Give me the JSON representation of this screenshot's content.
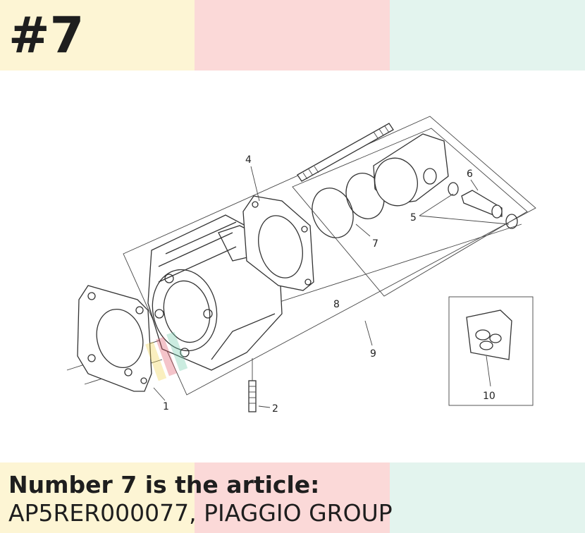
{
  "header": {
    "number_badge": "#7"
  },
  "colors": {
    "yellow": "#fdf5d4",
    "pink": "#fbd9d8",
    "mint": "#e3f4ee",
    "text": "#1e1e1e"
  },
  "diagram": {
    "callouts": [
      "1",
      "2",
      "4",
      "5",
      "6",
      "7",
      "8",
      "9",
      "10"
    ],
    "watermark_icon": "logo-watermark"
  },
  "caption": {
    "title": "Number 7 is the article:",
    "article": "AP5RER000077, PIAGGIO GROUP"
  }
}
